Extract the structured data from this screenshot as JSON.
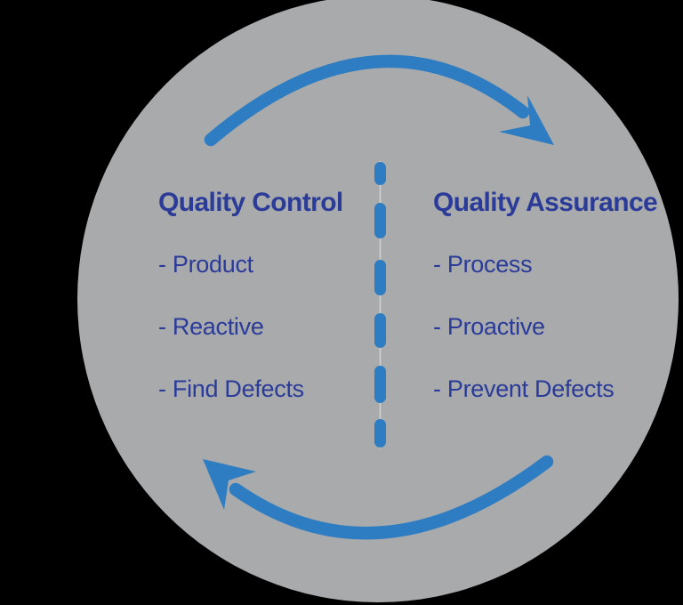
{
  "colors": {
    "background": "#000000",
    "circle_gray": "#a9aaac",
    "arrow_blue": "#2e7dc2",
    "divider_blue": "#2e7dc2",
    "divider_connector": "#d2d3d4",
    "text_navy": "#2b3b98"
  },
  "left_column": {
    "title": "Quality Control",
    "items": [
      "- Product",
      "- Reactive",
      "- Find Defects"
    ]
  },
  "right_column": {
    "title": "Quality Assurance",
    "items": [
      "- Process",
      "- Proactive",
      "- Prevent Defects"
    ]
  }
}
